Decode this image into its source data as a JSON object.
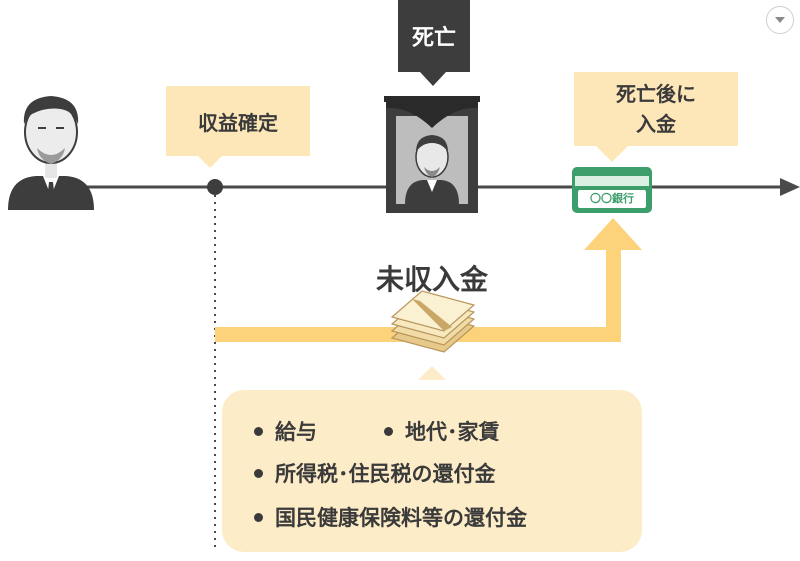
{
  "labels": {
    "death": "死亡",
    "income_fixed": "収益確定",
    "paid_after_death_line1": "死亡後に",
    "paid_after_death_line2": "入金",
    "bank_card": "〇〇銀行",
    "uncollected": "未収入金"
  },
  "items": {
    "salary": "給与",
    "land_rent": "地代･家賃",
    "tax_refund": "所得税･住民税の還付金",
    "insurance_refund": "国民健康保険料等の還付金"
  },
  "icons": {
    "menu": "chevron-down-icon",
    "person": "elderly-man-icon",
    "portrait": "memorial-portrait-icon",
    "bank": "bank-card-icon",
    "money": "money-bundle-icon"
  },
  "colors": {
    "accent": "#fcd27a",
    "accent_light": "#fde7b8",
    "dark": "#3d3d3d",
    "bank_green": "#3c9e6a"
  }
}
